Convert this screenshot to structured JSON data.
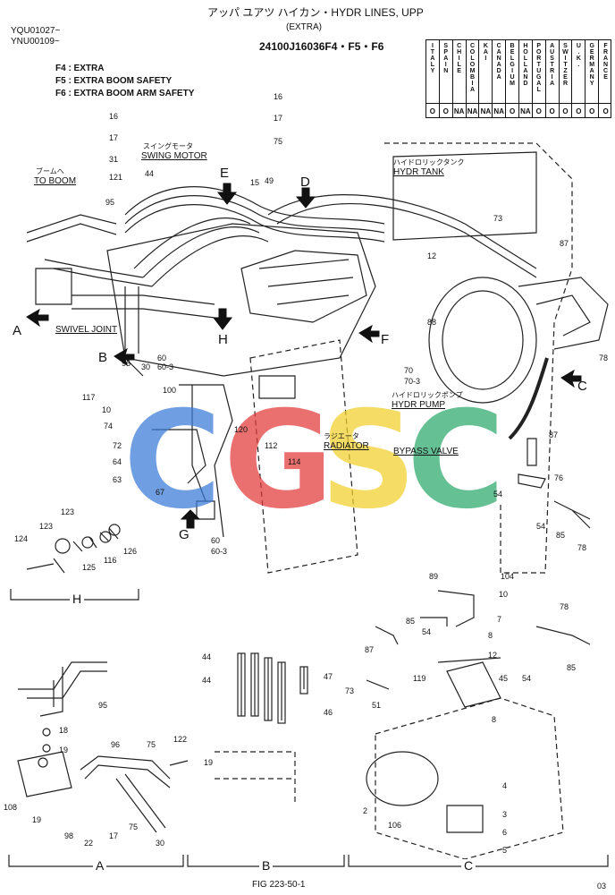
{
  "header": {
    "serial_1": "YQU01027~",
    "serial_2": "YNU00109~",
    "title": "アッパ ユアツ ハイカン・HYDR LINES, UPP",
    "subtitle": "(EXTRA)",
    "part_number": "24100J16036F4・F5・F6"
  },
  "legend": {
    "f4": "F4 : EXTRA",
    "f5": "F5 : EXTRA BOOM SAFETY",
    "f6": "F6 : EXTRA BOOM ARM SAFETY"
  },
  "countries": [
    {
      "name": "ITALY",
      "value": "O"
    },
    {
      "name": "SPAIN",
      "value": "O"
    },
    {
      "name": "CHILE",
      "value": "NA"
    },
    {
      "name": "COLOMBIA",
      "value": "NA"
    },
    {
      "name": "KAI",
      "value": "NA"
    },
    {
      "name": "CANADA",
      "value": "NA"
    },
    {
      "name": "BELGIUM",
      "value": "O"
    },
    {
      "name": "HOLLAND",
      "value": "NA"
    },
    {
      "name": "PORTUGAL",
      "value": "O"
    },
    {
      "name": "AUSTRIA",
      "value": "O"
    },
    {
      "name": "SWITZER",
      "value": "O"
    },
    {
      "name": "U.K.",
      "value": "O"
    },
    {
      "name": "GERMANY",
      "value": "O"
    },
    {
      "name": "FRANCE",
      "value": "O"
    }
  ],
  "callouts": {
    "to_boom_jp": "ブームへ",
    "to_boom": "TO BOOM",
    "swing_motor_jp": "スイングモータ",
    "swing_motor": "SWING MOTOR",
    "hydr_tank_jp": "ハイドロリックタンク",
    "hydr_tank": "HYDR TANK",
    "swivel_joint": "SWIVEL JOINT",
    "hydr_pump_jp": "ハイドロリックポンプ",
    "hydr_pump": "HYDR PUMP",
    "radiator_jp": "ラジエータ",
    "radiator": "RADIATOR",
    "bypass_valve": "BYPASS VALVE"
  },
  "views": {
    "A": "A",
    "B": "B",
    "C": "C",
    "D": "D",
    "E": "E",
    "F": "F",
    "G": "G",
    "H": "H"
  },
  "section_labels": {
    "H": "H",
    "A": "A",
    "B": "B",
    "C": "C"
  },
  "part_numbers": {
    "n16a": "16",
    "n17a": "17",
    "n75a": "75",
    "n16b": "16",
    "n17b": "17",
    "n31": "31",
    "n121": "121",
    "n95a": "95",
    "n44a": "44",
    "n15": "15",
    "n49": "49",
    "n73a": "73",
    "n12a": "12",
    "n87a": "87",
    "n88a": "88",
    "n70": "70",
    "n70_3": "70-3",
    "n78a": "78",
    "n96a": "96",
    "n30a": "30",
    "n60a": "60",
    "n60_3a": "60-3",
    "n100": "100",
    "n117": "117",
    "n10a": "10",
    "n74": "74",
    "n72": "72",
    "n64": "64",
    "n63": "63",
    "n67": "67",
    "n120": "120",
    "n112": "112",
    "n114": "114",
    "n60b": "60",
    "n60_3b": "60-3",
    "n87b": "87",
    "n76": "76",
    "n54a": "54",
    "n54b": "54",
    "n85a": "85",
    "n78b": "78",
    "n123a": "123",
    "n123b": "123",
    "n124": "124",
    "n125": "125",
    "n116": "116",
    "n126": "126",
    "n89": "89",
    "n104": "104",
    "n10b": "10",
    "n7": "7",
    "n87c": "87",
    "n85b": "85",
    "n54c": "54",
    "n8a": "8",
    "n78c": "78",
    "n85c": "85",
    "n12b": "12",
    "n45": "45",
    "n54d": "54",
    "n73b": "73",
    "n119": "119",
    "n51": "51",
    "n8b": "8",
    "n4": "4",
    "n2": "2",
    "n106": "106",
    "n3": "3",
    "n6": "6",
    "n5": "5",
    "n44b": "44",
    "n44c": "44",
    "n47": "47",
    "n46": "46",
    "n19a": "19",
    "n95b": "95",
    "n18": "18",
    "n19b": "19",
    "n96b": "96",
    "n75b": "75",
    "n122": "122",
    "n108": "108",
    "n19c": "19",
    "n98": "98",
    "n22": "22",
    "n17c": "17",
    "n75c": "75",
    "n30b": "30"
  },
  "footer": {
    "fig": "FIG 223-50-1",
    "page": "03"
  },
  "watermark": {
    "letters": [
      "C",
      "G",
      "S",
      "C"
    ],
    "colors": [
      "#3a7ad8",
      "#e23a3a",
      "#f0cf2a",
      "#2aa86a"
    ]
  }
}
